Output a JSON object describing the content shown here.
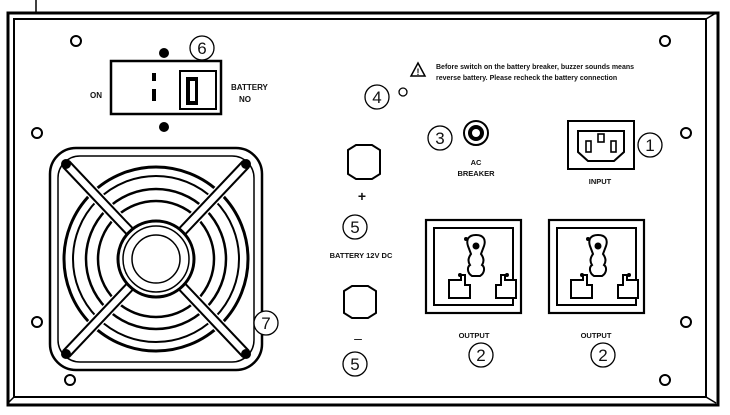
{
  "panel": {
    "warning_line1": "Before switch on the battery breaker, buzzer sounds means",
    "warning_line2": "reverse battery. Please recheck the battery connection",
    "battery_switch_on": "ON",
    "battery_switch_label_1": "BATTERY",
    "battery_switch_label_2": "NO",
    "ac_breaker_1": "AC",
    "ac_breaker_2": "BREAKER",
    "input_label": "INPUT",
    "battery_plus": "+",
    "battery_minus": "–",
    "battery_label": "BATTERY 12V DC",
    "output_label_left": "OUTPUT",
    "output_label_right": "OUTPUT"
  },
  "callouts": {
    "c1": "1",
    "c2a": "2",
    "c2b": "2",
    "c3": "3",
    "c4": "4",
    "c5a": "5",
    "c5b": "5",
    "c6": "6",
    "c7": "7"
  }
}
